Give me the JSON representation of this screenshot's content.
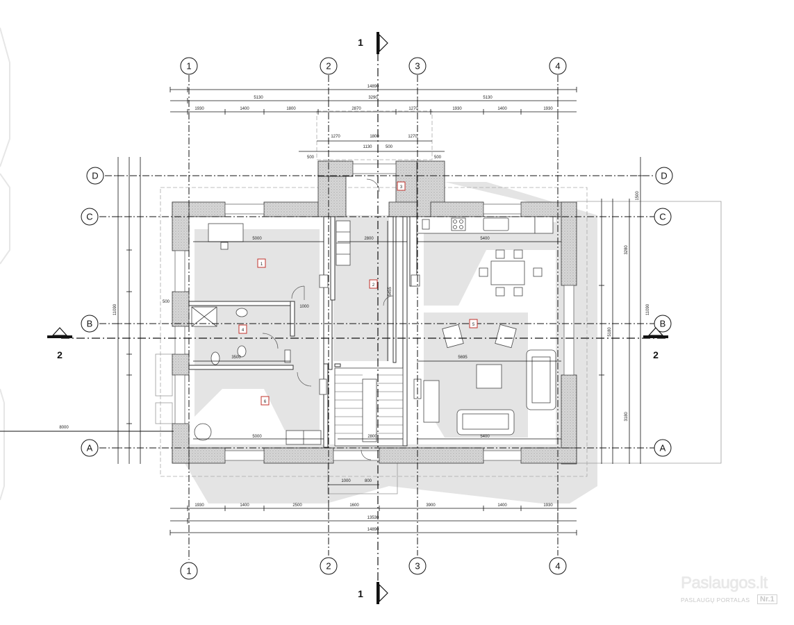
{
  "grid_axes": {
    "vertical": [
      "1",
      "2",
      "3",
      "4"
    ],
    "horizontal": [
      "D",
      "C",
      "B",
      "A"
    ]
  },
  "sections": {
    "vertical_cut": "1",
    "horizontal_cut": "2"
  },
  "dimensions": {
    "top_overall": "14890",
    "top_halves": [
      "5130",
      "3290",
      "5130"
    ],
    "top_detail": [
      "1930",
      "1400",
      "1800",
      "2870",
      "1270",
      "1930",
      "1400",
      "1930"
    ],
    "entry_top": [
      "1270",
      "1800",
      "1270"
    ],
    "entry_mid": [
      "500",
      "1130",
      "500",
      "500"
    ],
    "bottom_detail": [
      "1930",
      "1400",
      "2500",
      "1600",
      "3900",
      "1400",
      "1930"
    ],
    "bottom_sub": "13530",
    "bottom_overall": "14890",
    "left_overall": "11090",
    "left_side_text": "8000",
    "room_dims": [
      "5000",
      "2800",
      "5400",
      "3500",
      "5695",
      "5000",
      "2800",
      "5400",
      "1000",
      "5455",
      "500",
      "1000",
      "800"
    ],
    "right_side": [
      "1500",
      "3280",
      "5180",
      "11090",
      "3180"
    ]
  },
  "room_tags": [
    "1",
    "2",
    "3",
    "4",
    "5",
    "6"
  ],
  "watermark": {
    "brand": "Paslaugos.lt",
    "tagline": "PASLAUGŲ PORTALAS",
    "badge": "Nr.1"
  }
}
